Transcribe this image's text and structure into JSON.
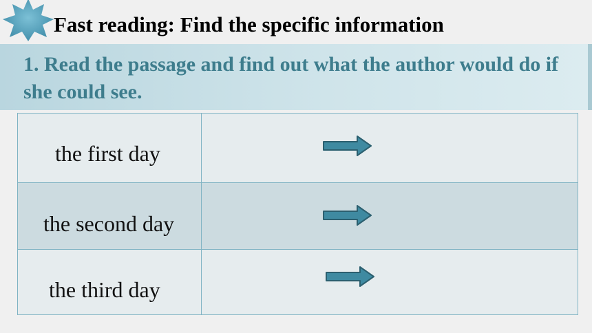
{
  "header": {
    "title": "Fast reading: Find the specific information"
  },
  "task": {
    "instruction": "1. Read the passage and find out what the author would do if she could see."
  },
  "table": {
    "rows": [
      {
        "label": "the first day",
        "value": ""
      },
      {
        "label": "the second day",
        "value": ""
      },
      {
        "label": "the third day",
        "value": ""
      }
    ]
  },
  "colors": {
    "accent": "#3e7d8d",
    "arrow_fill": "#3f8aa1",
    "arrow_stroke": "#2b5f6f",
    "table_border": "#7fb3c3",
    "star": "#4f9db8"
  },
  "icons": {
    "corner": "star-icon",
    "row_arrow": "arrow-right-icon"
  }
}
